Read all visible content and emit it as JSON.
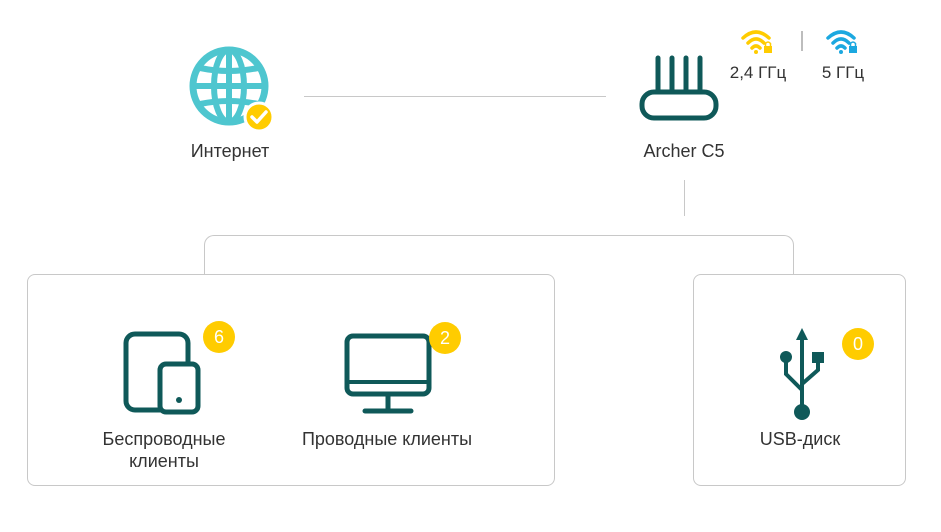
{
  "internet": {
    "label": "Интернет",
    "icon": "globe-icon",
    "status": "check-badge"
  },
  "router": {
    "label": "Archer C5",
    "icon": "router-icon"
  },
  "bands": [
    {
      "label": "2,4 ГГц",
      "icon": "wifi-locked-icon",
      "color": "#ffcc00"
    },
    {
      "label": "5 ГГц",
      "icon": "wifi-locked-icon",
      "color": "#1ba8e0"
    }
  ],
  "clients": {
    "wireless": {
      "label_line1": "Беспроводные",
      "label_line2": "клиенты",
      "count": "6",
      "icon": "tablet-phone-icon"
    },
    "wired": {
      "label": "Проводные клиенты",
      "count": "2",
      "icon": "monitor-icon"
    },
    "usb": {
      "label": "USB-диск",
      "count": "0",
      "icon": "usb-icon"
    }
  },
  "colors": {
    "icon_teal": "#0f5959",
    "globe_teal": "#4ec6cf",
    "badge_yellow": "#ffcc00",
    "wifi_blue": "#1ba8e0",
    "line_gray": "#c8c8c8"
  }
}
